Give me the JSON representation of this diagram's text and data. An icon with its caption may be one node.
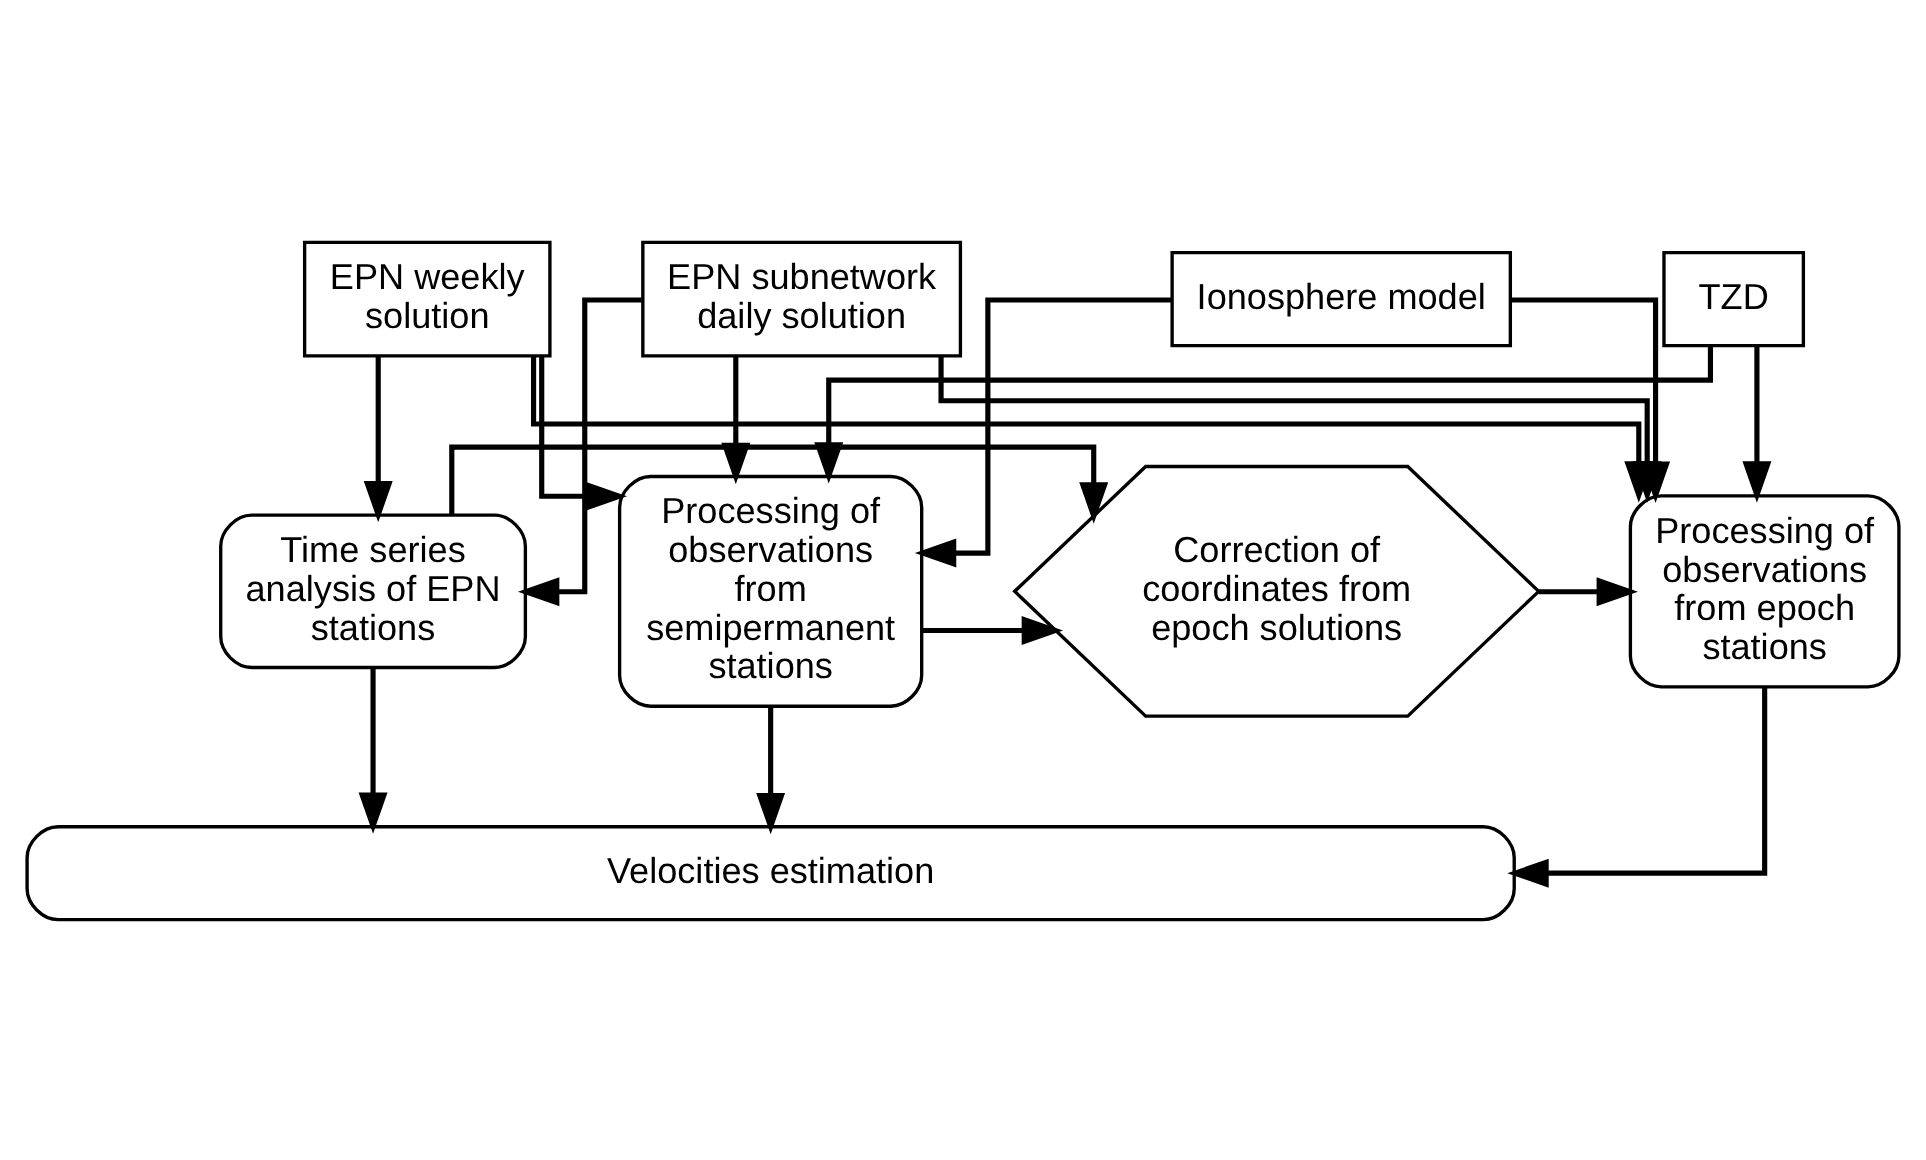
{
  "diagram": {
    "nodes": [
      {
        "text": [
          "EPN weekly solution"
        ]
      },
      {
        "text": [
          "EPN subnetwork daily solution"
        ]
      },
      {
        "text": [
          "Ionosphere model"
        ]
      },
      {
        "text": [
          "TZD"
        ]
      },
      {
        "text": [
          "Time series analysis of EPN stations"
        ]
      },
      {
        "text": [
          "Processing of observations from semipermanent stations"
        ]
      },
      {
        "text": [
          "Correction of coordinates from epoch solutions"
        ]
      },
      {
        "text": [
          "Processing of observations from epoch stations"
        ]
      },
      {
        "text": [
          "Velocities estimation"
        ]
      }
    ],
    "edges": [
      {
        "from": 0,
        "to": 4,
        "arrow": "to"
      },
      {
        "from": 1,
        "to": 4,
        "arrow": "to"
      },
      {
        "from": 0,
        "to": 5,
        "arrow": "to"
      },
      {
        "from": 0,
        "to": 7,
        "arrow": "to"
      },
      {
        "from": 1,
        "to": 5,
        "arrow": "to"
      },
      {
        "from": 1,
        "to": 7,
        "arrow": "to"
      },
      {
        "from": 2,
        "to": 5,
        "arrow": "to"
      },
      {
        "from": 2,
        "to": 7,
        "arrow": "to"
      },
      {
        "from": 3,
        "to": 5,
        "arrow": "to"
      },
      {
        "from": 3,
        "to": 7,
        "arrow": "to"
      },
      {
        "from": 4,
        "to": 8,
        "arrow": "to"
      },
      {
        "from": 4,
        "to": 6,
        "arrow": "to"
      },
      {
        "from": 5,
        "to": 6,
        "arrow": "to"
      },
      {
        "from": 5,
        "to": 8,
        "arrow": "to"
      },
      {
        "from": 6,
        "to": 7,
        "arrow": "to"
      },
      {
        "from": 7,
        "to": 8,
        "arrow": "to"
      }
    ]
  }
}
